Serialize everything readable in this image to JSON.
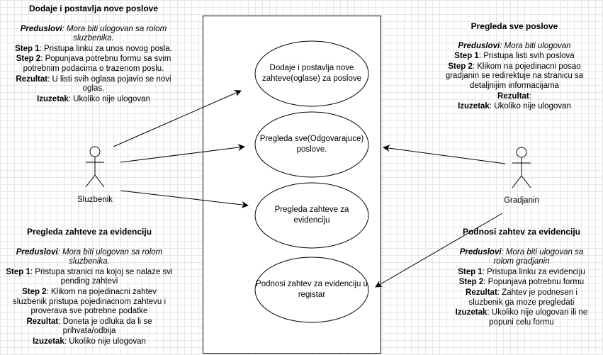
{
  "actors": [
    {
      "id": "sluzbenik",
      "name": "Sluzbenik"
    },
    {
      "id": "gradjanin",
      "name": "Gradjanin"
    }
  ],
  "use_cases": [
    {
      "id": "uc1",
      "label": "Dodaje i postavlja nove zahteve(oglase) za poslove"
    },
    {
      "id": "uc2",
      "label": "Pregleda sve(Odgovarajuce) poslove."
    },
    {
      "id": "uc3",
      "label": "Pregleda zahteve za evidenciju"
    },
    {
      "id": "uc4",
      "label": "Podnosi zahtev za evidenciju u registar"
    }
  ],
  "associations": [
    {
      "from": "sluzbenik",
      "to": "uc1"
    },
    {
      "from": "sluzbenik",
      "to": "uc2"
    },
    {
      "from": "sluzbenik",
      "to": "uc3"
    },
    {
      "from": "gradjanin",
      "to": "uc2"
    },
    {
      "from": "gradjanin",
      "to": "uc4"
    }
  ],
  "notes": {
    "dodaje": {
      "title": "Dodaje i postavlja nove poslove",
      "preduslovi_label": "Preduslovi",
      "preduslovi_text": ": Mora biti ulogovan sa rolom sluzbenika.",
      "step1_label": "Step 1",
      "step1_text": ": Pristupa linku za unos novog posla.",
      "step2_label": "Step 2",
      "step2_text": ": Popunjava potrebnu formu sa svim potrebnim podacima o trazenom poslu.",
      "rezultat_label": "Rezultat",
      "rezultat_text": ": U listi svih oglasa pojavio se novi oglas.",
      "izuzetak_label": "Izuzetak",
      "izuzetak_text": ": Ukoliko nije ulogovan"
    },
    "pregleda_poslove": {
      "title": "Pregleda sve poslove",
      "preduslovi_label": "Preduslovi",
      "preduslovi_text": ": Mora biti ulogovan",
      "step1_label": "Step 1",
      "step1_text": ": Pristupa listi svih poslova",
      "step2_label": "Step 2",
      "step2_text": ": Klikom na pojedinacni posao gradjanin se redirektuje na stranicu sa detaljnijim informacijama",
      "rezultat_label": "Rezultat",
      "rezultat_text": ":",
      "izuzetak_label": "Izuzetak",
      "izuzetak_text": ": Ukoliko nije ulogovan"
    },
    "pregleda_zahteve": {
      "title": "Pregleda zahteve za evidenciju",
      "preduslovi_label": "Preduslovi",
      "preduslovi_text": ": Mora biti ulogovan sa rolom sluzbenika.",
      "step1_label": "Step 1",
      "step1_text": ": Pristupa stranici na kojoj se nalaze svi pending zahtevi",
      "step2_label": "Step 2",
      "step2_text": ": Klikom na pojedinacni zahtev sluzbenik pristupa pojedinacnom zahtevu i proverava sve potrebne podatke",
      "rezultat_label": "Rezultat",
      "rezultat_text": ": Doneta je odluka da li se prihvata/odbija",
      "izuzetak_label": "Izuzetak",
      "izuzetak_text": ": Ukoliko nije ulogovan"
    },
    "podnosi_zahtev": {
      "title": "Podnosi zahtev za evidenciju",
      "preduslovi_label": "Preduslovi",
      "preduslovi_text": ": Mora biti ulogovan sa rolom gradjanin",
      "step1_label": "Step 1",
      "step1_text": ": Pristupa linku za evidenciju",
      "step2_label": "Step 2",
      "step2_text": ": Popunjava potrebnu formu",
      "rezultat_label": "Rezultat",
      "rezultat_text": ": Zahtev je podnesen i sluzbenik ga moze pregledati",
      "izuzetak_label": "Izuzetak",
      "izuzetak_text": ": Ukoliko nije ulogovan ili ne popuni celu formu"
    }
  }
}
